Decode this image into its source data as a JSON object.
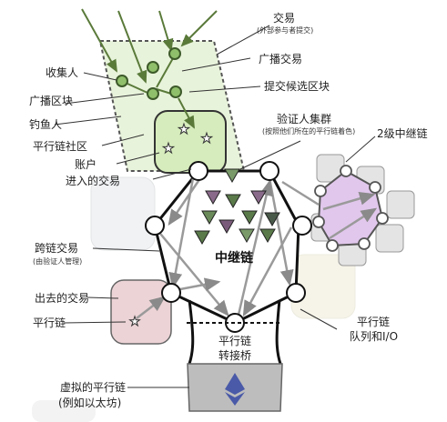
{
  "labels": {
    "transactions": "交易",
    "transactions_note": "(外部参与者提交)",
    "collator": "收集人",
    "broadcast_tx": "广播交易",
    "broadcast_block": "广播区块",
    "submit_candidate": "提交候选区块",
    "fisherman": "钓鱼人",
    "validator_group": "验证人集群",
    "validator_group_note": "(按照他们所在的平行链着色)",
    "parachain_community": "平行链社区",
    "second_relay": "2级中继链",
    "account": "账户",
    "incoming_tx": "进入的交易",
    "crosschain_tx": "跨链交易",
    "crosschain_note": "(由验证人管理)",
    "relay_chain": "中继链",
    "outgoing_tx": "出去的交易",
    "parachain": "平行链",
    "parachain_queue_1": "平行链",
    "parachain_queue_2": "队列和I/O",
    "bridge_1": "平行链",
    "bridge_2": "转接桥",
    "virtual_parachain_1": "虚拟的平行链",
    "virtual_parachain_2": "(例如以太坊)"
  },
  "colors": {
    "green": "#5a7a3a",
    "green_fill": "#dcedc8",
    "purple_fill": "#e1c7ec",
    "pink_fill": "#ecd3d6",
    "gray_line": "#9a9a9a",
    "ethereum": "#4a5aa8"
  }
}
